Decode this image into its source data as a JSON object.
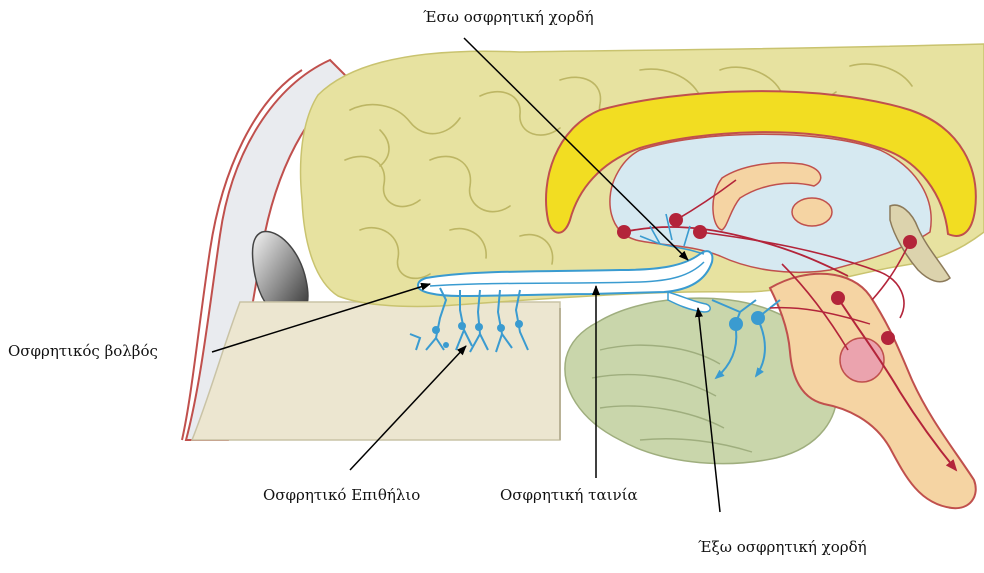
{
  "labels": {
    "inner_olfactory_stria": "Έσω οσφρητική χορδή",
    "outer_olfactory_stria": "Έξω οσφρητική χορδή",
    "olfactory_bulb": "Οσφρητικός βολβός",
    "olfactory_epithelium": "Οσφρητικό Επιθήλιο",
    "olfactory_tract": "Οσφρητική ταινία"
  },
  "colors": {
    "brain_tissue": "#e7e2a0",
    "brain_outline": "#c9c36f",
    "corpus_callosum": "#f2dd22",
    "ventricle": "#d6e9f1",
    "brainstem": "#f5d4a3",
    "cerebellum": "#c9d6ab",
    "nasal_cavity": "#ece6d0",
    "skull_outline": "#c0504d",
    "bone": "#e9ebef",
    "sinus_dark": "#5b5b5b",
    "olfactory_pathway": "#3a9bd0",
    "neuron_red": "#b3243a",
    "pons_pink": "#eba3ae",
    "arrow_black": "#000000"
  }
}
